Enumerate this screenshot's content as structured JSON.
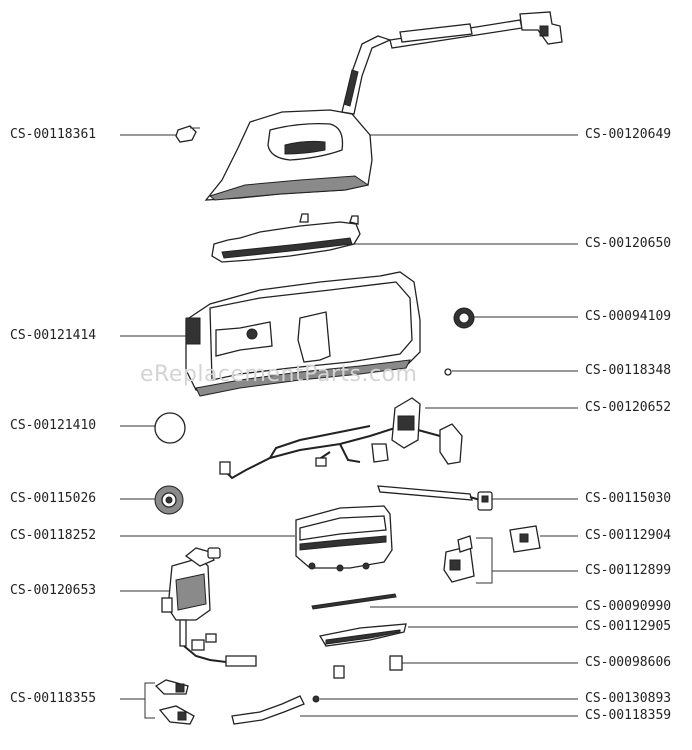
{
  "watermark": "eReplacementParts.com",
  "labels": {
    "cs_00118361": "CS-00118361",
    "cs_00120649": "CS-00120649",
    "cs_00120650": "CS-00120650",
    "cs_00121414": "CS-00121414",
    "cs_00094109": "CS-00094109",
    "cs_00118348": "CS-00118348",
    "cs_00121410": "CS-00121410",
    "cs_00120652": "CS-00120652",
    "cs_00115026": "CS-00115026",
    "cs_00115030": "CS-00115030",
    "cs_00118252": "CS-00118252",
    "cs_00112904": "CS-00112904",
    "cs_00112899": "CS-00112899",
    "cs_00120653": "CS-00120653",
    "cs_00090990": "CS-00090990",
    "cs_00112905": "CS-00112905",
    "cs_00098606": "CS-00098606",
    "cs_00118355": "CS-00118355",
    "cs_00130893": "CS-00130893",
    "cs_00118359": "CS-00118359"
  }
}
